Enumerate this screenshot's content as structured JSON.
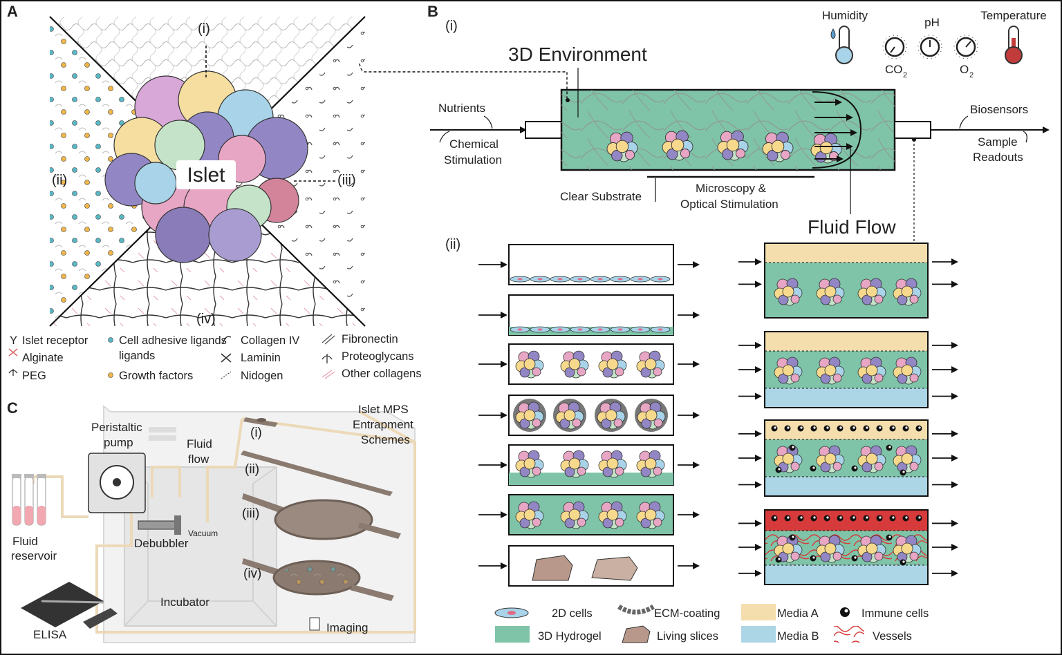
{
  "panels": {
    "a": "A",
    "b": "B",
    "c": "C"
  },
  "panel_a": {
    "center_label": "Islet",
    "quadrants": [
      "(i)",
      "(ii)",
      "(iii)",
      "(iv)"
    ],
    "legend": [
      "Islet receptor",
      "Alginate",
      "PEG",
      "Cell adhesive ligands",
      "Growth factors",
      "Collagen IV",
      "Laminin",
      "Nidogen",
      "Fibronectin",
      "Proteoglycans",
      "Other collagens"
    ],
    "legend_line2": {
      "cell_adhesive": "ligands"
    }
  },
  "panel_b": {
    "sub_i": "(i)",
    "sub_ii": "(ii)",
    "env_title": "3D Environment",
    "nutrients": "Nutrients",
    "chemical": "Chemical",
    "stimulation": "Stimulation",
    "biosensors": "Biosensors",
    "sample": "Sample",
    "readouts": "Readouts",
    "clear_substrate": "Clear Substrate",
    "microscopy": "Microscopy &",
    "optical": "Optical Stimulation",
    "fluid_flow": "Fluid Flow",
    "humidity": "Humidity",
    "ph": "pH",
    "temperature": "Temperature",
    "co2": "CO",
    "o2": "O",
    "sub2": "2",
    "legend": [
      "2D cells",
      "3D Hydrogel",
      "ECM-coating",
      "Living slices",
      "Media A",
      "Media B",
      "Immune cells",
      "Vessels"
    ]
  },
  "panel_c": {
    "title_lines": [
      "Islet MPS",
      "Entrapment",
      "Schemes"
    ],
    "pump": [
      "Peristaltic",
      "pump"
    ],
    "fluid_flow": [
      "Fluid",
      "flow"
    ],
    "reservoir": [
      "Fluid",
      "reservoir"
    ],
    "debubbler": "Debubbler",
    "vacuum": "Vacuum",
    "incubator": "Incubator",
    "elisa": "ELISA",
    "imaging": "Imaging",
    "schemes": [
      "(i)",
      "(ii)",
      "(iii)",
      "(iv)"
    ]
  },
  "colors": {
    "hydrogel": "#7fc4a8",
    "media_a": "#f5deae",
    "media_b": "#acd6e6",
    "vessels": "#d63a3a",
    "cell_pink": "#e8a6c5",
    "cell_purple": "#9386c4",
    "cell_yellow": "#f6d98d",
    "cell_blue": "#a8d3e8",
    "cell_green": "#c4e3c9",
    "tube": "#ecd9b8",
    "device": "#8a7a70"
  }
}
